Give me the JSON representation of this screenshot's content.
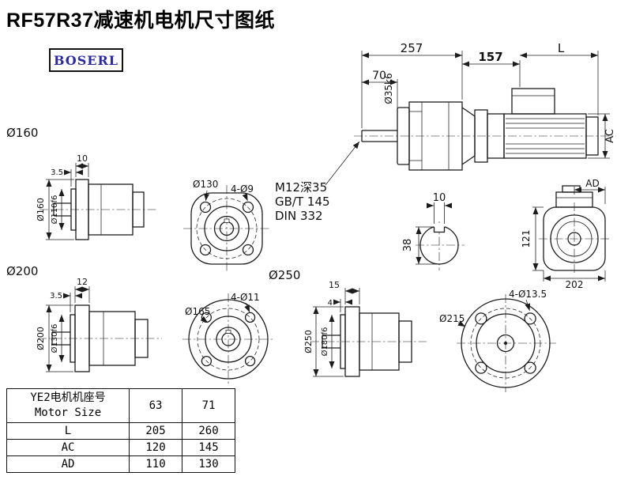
{
  "page": {
    "title": "RF57R37减速机电机尺寸图纸",
    "brand": "BOSERL"
  },
  "main_view": {
    "dim_257": "257",
    "dim_157": "157",
    "dim_L": "L",
    "dim_70": "70",
    "shaft_dia": "Ø35k6",
    "dim_AC": "AC"
  },
  "notes": {
    "tap": "M12深35",
    "std1": "GB/T 145",
    "std2": "DIN 332"
  },
  "flange160": {
    "title": "Ø160",
    "dim_10": "10",
    "dim_3_5": "3.5",
    "od": "Ø160",
    "spigot": "Ø110f6"
  },
  "front130": {
    "bolt_circle": "Ø130",
    "holes": "4-Ø9"
  },
  "shaft_section": {
    "key_width": "10",
    "height": "38"
  },
  "motor_rear": {
    "dim_AD": "AD",
    "dim_121": "121",
    "dim_202": "202"
  },
  "flange200": {
    "title": "Ø200",
    "dim_12": "12",
    "dim_3_5": "3.5",
    "od": "Ø200",
    "spigot": "Ø130f6"
  },
  "front165": {
    "od": "Ø165",
    "holes": "4-Ø11"
  },
  "flange250": {
    "title": "Ø250",
    "dim_15": "15",
    "dim_4": "4",
    "od": "Ø250",
    "spigot": "Ø180f6"
  },
  "front215": {
    "od": "Ø215",
    "holes": "4-Ø13.5"
  },
  "table": {
    "header": {
      "cn": "YE2电机机座号",
      "en": "Motor Size",
      "size1": "63",
      "size2": "71"
    },
    "rows": [
      {
        "name": "L",
        "v1": "205",
        "v2": "260"
      },
      {
        "name": "AC",
        "v1": "120",
        "v2": "145"
      },
      {
        "name": "AD",
        "v1": "110",
        "v2": "130"
      }
    ]
  }
}
